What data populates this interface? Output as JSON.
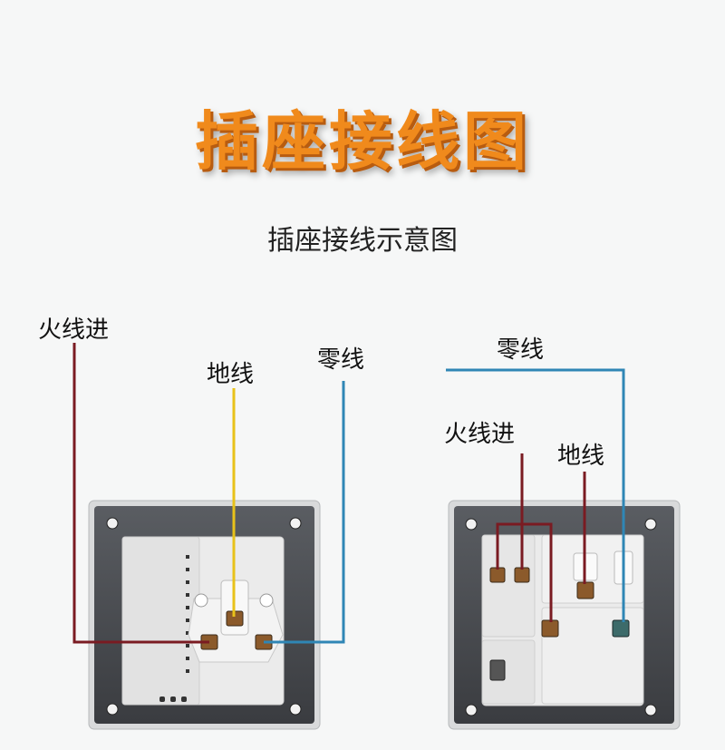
{
  "title": "插座接线图",
  "subtitle": "插座接线示意图",
  "left_diagram": {
    "live_label": "火线进",
    "earth_label": "地线",
    "neutral_label": "零线"
  },
  "right_diagram": {
    "neutral_label": "零线",
    "live_label": "火线进",
    "earth_label": "地线"
  },
  "colors": {
    "title": "#f08a1c",
    "live_wire": "#7a1b22",
    "earth_wire": "#e8c21a",
    "neutral_wire": "#2f86b5",
    "panel_frame": "#4a4d52",
    "module": "#ececec"
  }
}
